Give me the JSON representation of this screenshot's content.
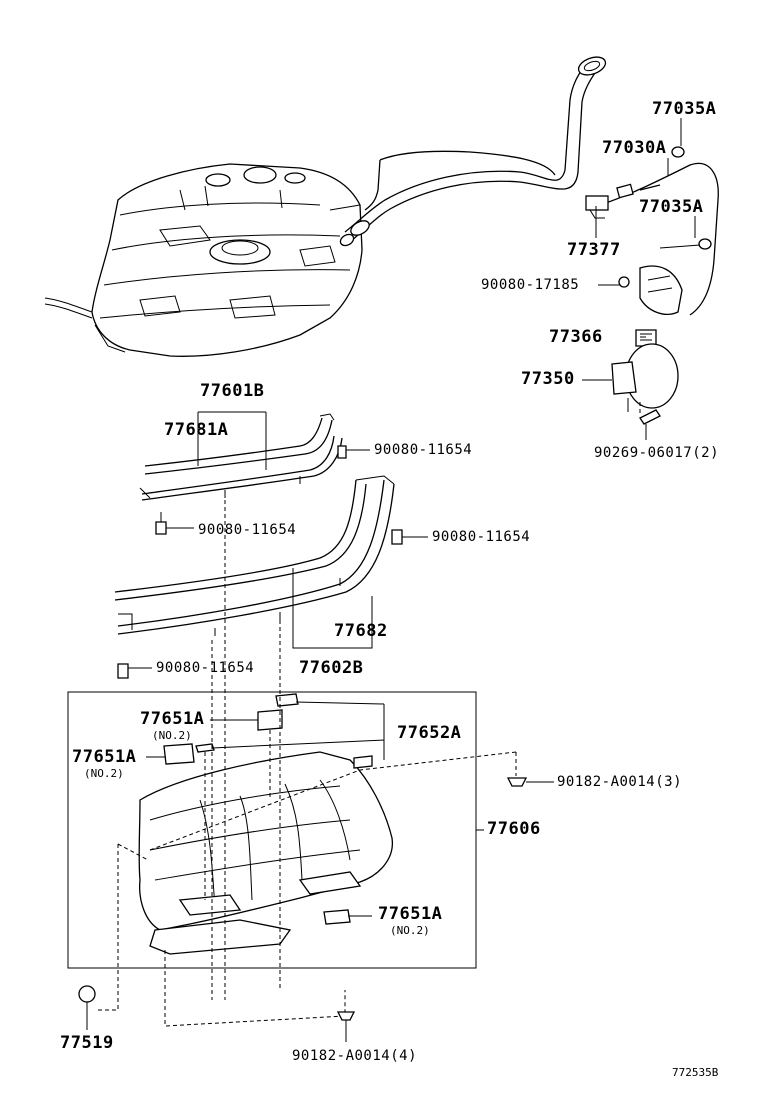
{
  "labels": {
    "p77035a_top": "77035A",
    "p77030a": "77030A",
    "p77035a_mid": "77035A",
    "p77377": "77377",
    "p90080_17185": "90080-17185",
    "p77366": "77366",
    "p77350": "77350",
    "p90269": "90269-06017(2)",
    "p77601b": "77601B",
    "p77681a": "77681A",
    "p90080_11654_a": "90080-11654",
    "p90080_11654_b": "90080-11654",
    "p90080_11654_c": "90080-11654",
    "p90080_11654_d": "90080-11654",
    "p77682": "77682",
    "p77602b": "77602B",
    "p77651a_1": "77651A",
    "p77651a_1_sub": "(NO.2)",
    "p77651a_2": "77651A",
    "p77651a_2_sub": "(NO.2)",
    "p77652a": "77652A",
    "p90182_3": "90182-A0014(3)",
    "p77606": "77606",
    "p77651a_3": "77651A",
    "p77651a_3_sub": "(NO.2)",
    "p77519": "77519",
    "p90182_4": "90182-A0014(4)",
    "diagram_id": "772535B"
  }
}
